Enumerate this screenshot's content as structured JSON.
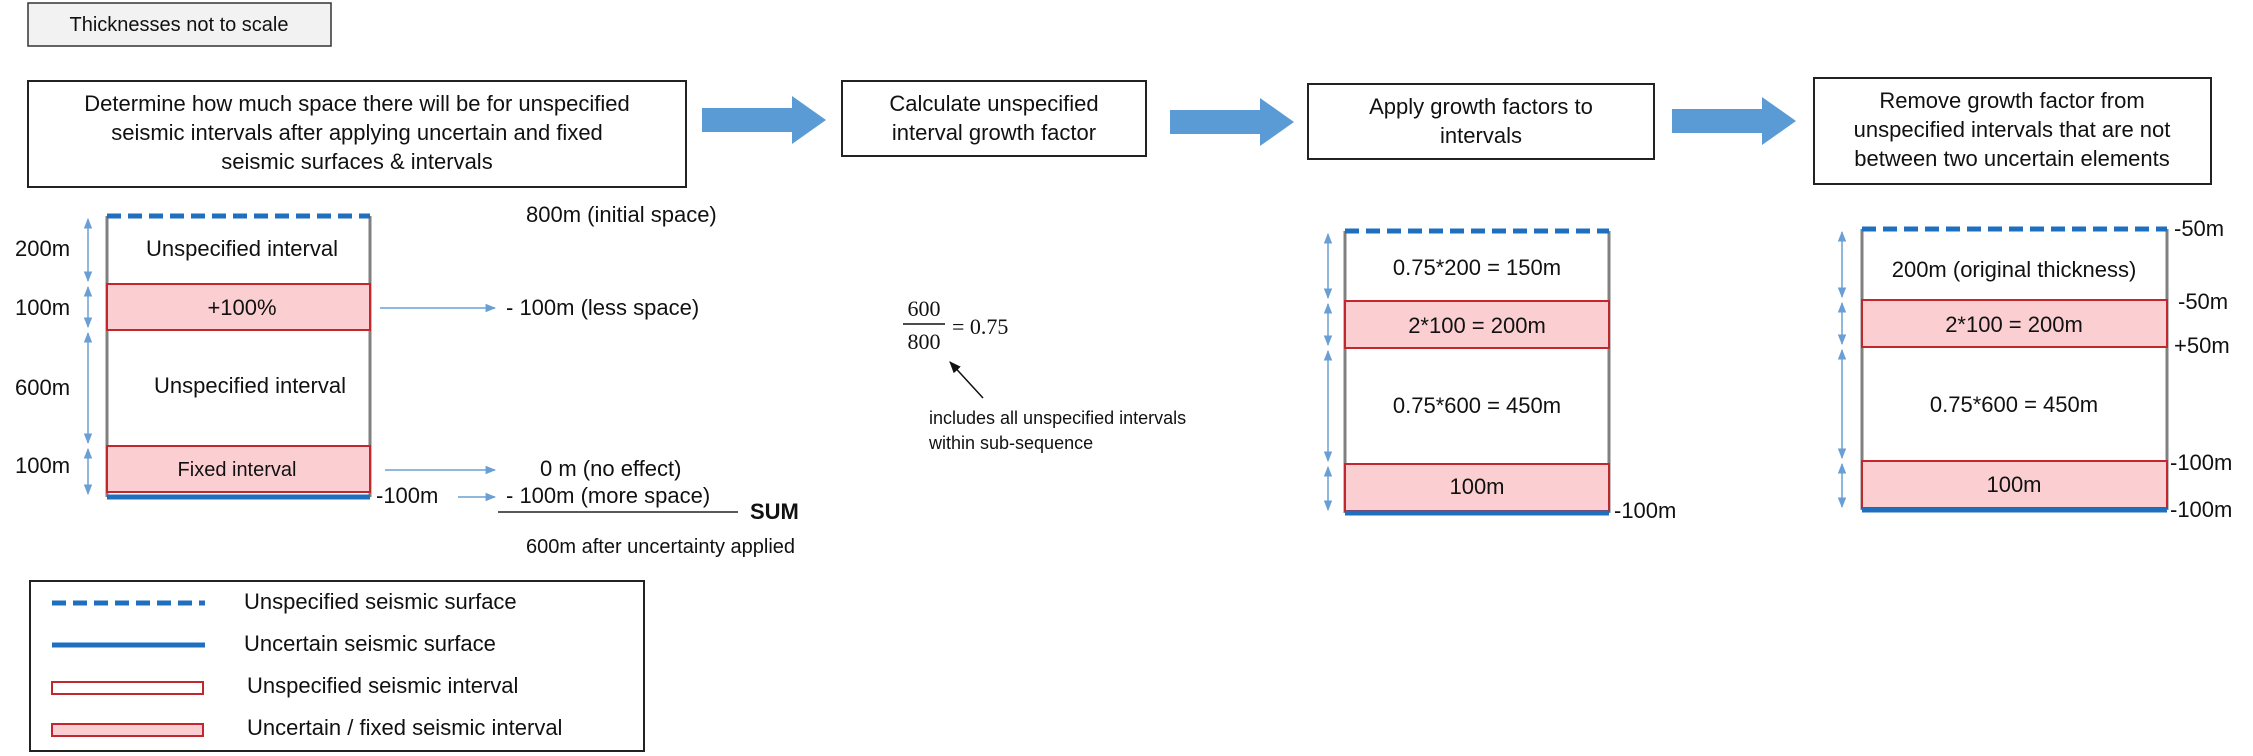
{
  "note": "Thicknesses not to scale",
  "steps": [
    {
      "lines": [
        "Determine how much space there will be for unspecified",
        "seismic intervals after applying uncertain and fixed",
        "seismic surfaces & intervals"
      ]
    },
    {
      "lines": [
        "Calculate unspecified",
        "interval growth factor"
      ]
    },
    {
      "lines": [
        "Apply growth factors to",
        "intervals"
      ]
    },
    {
      "lines": [
        "Remove growth factor from",
        "unspecified intervals that are not",
        "between two uncertain elements"
      ]
    }
  ],
  "panel1": {
    "dims": [
      "200m",
      "100m",
      "600m",
      "100m"
    ],
    "intervals": [
      "Unspecified interval",
      "+100%",
      "Unspecified interval",
      "Fixed interval"
    ],
    "bottom_offset": "-100m",
    "calc": [
      "800m (initial space)",
      "- 100m (less space)",
      "0 m (no effect)",
      "- 100m (more space)"
    ],
    "sum_label": "SUM",
    "result": "600m after uncertainty applied"
  },
  "panel2": {
    "numerator": "600",
    "denominator": "800",
    "result": "= 0.75",
    "annotation": [
      "includes all unspecified intervals",
      "within sub-sequence"
    ]
  },
  "panel3": {
    "intervals": [
      "0.75*200  = 150m",
      "2*100  = 200m",
      "0.75*600  = 450m",
      "100m"
    ],
    "bottom_offset": "-100m"
  },
  "panel4": {
    "intervals": [
      "200m (original thickness)",
      "2*100  = 200m",
      "0.75*600  = 450m",
      "100m"
    ],
    "offsets": [
      "-50m",
      "-50m",
      "+50m",
      "-100m",
      "-100m"
    ]
  },
  "legend": [
    {
      "label": "Unspecified seismic surface"
    },
    {
      "label": "Uncertain seismic surface"
    },
    {
      "label": "Unspecified seismic interval"
    },
    {
      "label": "Uncertain / fixed seismic interval"
    }
  ],
  "colors": {
    "arrow": "#5b9bd5",
    "surface": "#1f6fbf",
    "interval_border": "#c0282d",
    "interval_fill": "#fbcfd2",
    "dim_arrow": "#6a9fd6",
    "column_side": "#808080"
  }
}
